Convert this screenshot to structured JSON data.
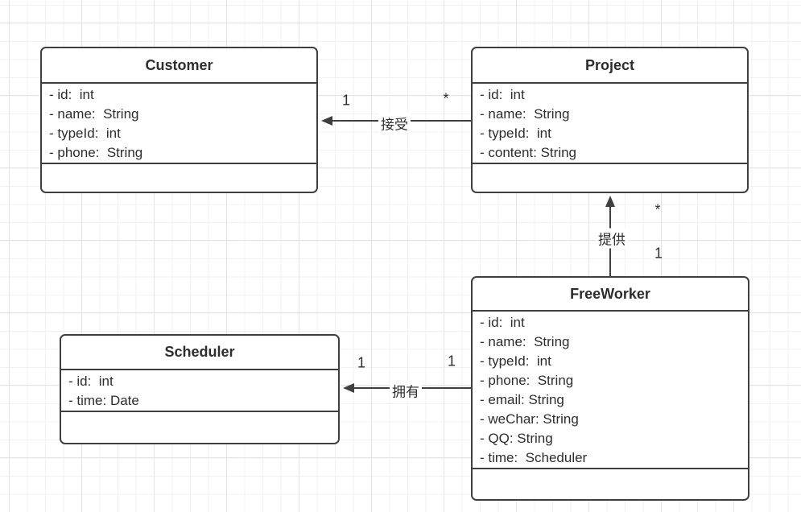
{
  "colors": {
    "canvas_bg": "#ffffff",
    "grid_minor": "#f1f1f1",
    "grid_major": "#e4e4e4",
    "shape_border": "#3f3f3f",
    "shape_fill": "#ffffff",
    "text": "#2d2d2d"
  },
  "classes": {
    "customer": {
      "title": "Customer",
      "attributes": [
        "- id:  int",
        "- name:  String",
        "- typeId:  int",
        "- phone:  String"
      ],
      "methods": []
    },
    "project": {
      "title": "Project",
      "attributes": [
        "- id:  int",
        "- name:  String",
        "- typeId:  int",
        "- content: String"
      ],
      "methods": []
    },
    "freeworker": {
      "title": "FreeWorker",
      "attributes": [
        "- id:  int",
        "- name:  String",
        "- typeId:  int",
        "- phone:  String",
        "- email: String",
        "- weChar: String",
        "- QQ: String",
        "- time:  Scheduler"
      ],
      "methods": []
    },
    "scheduler": {
      "title": "Scheduler",
      "attributes": [
        "- id:  int",
        "- time: Date"
      ],
      "methods": []
    }
  },
  "edges": {
    "accept": {
      "label": "接受",
      "from": "Project",
      "to": "Customer",
      "mult_near_customer": "1",
      "mult_near_project": "*"
    },
    "provide": {
      "label": "提供",
      "from": "FreeWorker",
      "to": "Project",
      "mult_near_project": "*",
      "mult_near_freeworker": "1"
    },
    "own": {
      "label": "拥有",
      "from": "FreeWorker",
      "to": "Scheduler",
      "mult_near_scheduler": "1",
      "mult_near_freeworker": "1"
    }
  }
}
